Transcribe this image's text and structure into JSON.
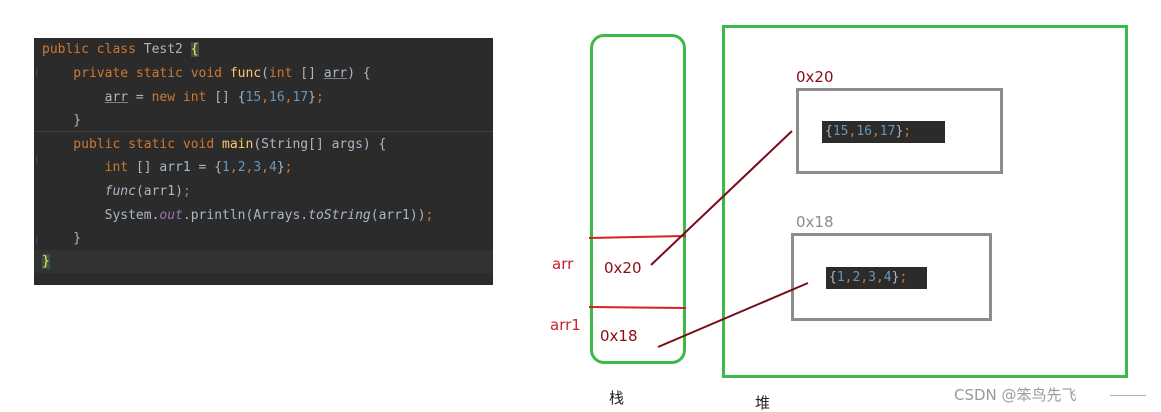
{
  "code": {
    "lines": [
      [
        {
          "t": "public class ",
          "c": "kw"
        },
        {
          "t": "Test2 ",
          "c": "plain"
        },
        {
          "t": "{",
          "c": "brace"
        }
      ],
      [
        {
          "t": "    private static void ",
          "c": "kw"
        },
        {
          "t": "func",
          "c": "fn"
        },
        {
          "t": "(",
          "c": "plain"
        },
        {
          "t": "int ",
          "c": "kw"
        },
        {
          "t": "[] ",
          "c": "plain"
        },
        {
          "t": "arr",
          "c": "param"
        },
        {
          "t": ") {",
          "c": "plain"
        }
      ],
      [
        {
          "t": "        ",
          "c": "plain"
        },
        {
          "t": "arr",
          "c": "param"
        },
        {
          "t": " = ",
          "c": "plain"
        },
        {
          "t": "new int ",
          "c": "kw"
        },
        {
          "t": "[] {",
          "c": "plain"
        },
        {
          "t": "15",
          "c": "num"
        },
        {
          "t": ",",
          "c": "kw"
        },
        {
          "t": "16",
          "c": "num"
        },
        {
          "t": ",",
          "c": "kw"
        },
        {
          "t": "17",
          "c": "num"
        },
        {
          "t": "}",
          "c": "plain"
        },
        {
          "t": ";",
          "c": "kw"
        }
      ],
      [
        {
          "t": "    }",
          "c": "plain"
        }
      ],
      [
        {
          "t": "    public static void ",
          "c": "kw"
        },
        {
          "t": "main",
          "c": "fn"
        },
        {
          "t": "(String[] args) {",
          "c": "plain"
        }
      ],
      [
        {
          "t": "        ",
          "c": "plain"
        },
        {
          "t": "int ",
          "c": "kw"
        },
        {
          "t": "[] arr1 = {",
          "c": "plain"
        },
        {
          "t": "1",
          "c": "num"
        },
        {
          "t": ",",
          "c": "kw"
        },
        {
          "t": "2",
          "c": "num"
        },
        {
          "t": ",",
          "c": "kw"
        },
        {
          "t": "3",
          "c": "num"
        },
        {
          "t": ",",
          "c": "kw"
        },
        {
          "t": "4",
          "c": "num"
        },
        {
          "t": "}",
          "c": "plain"
        },
        {
          "t": ";",
          "c": "kw"
        }
      ],
      [
        {
          "t": "        ",
          "c": "plain"
        },
        {
          "t": "func",
          "c": "it"
        },
        {
          "t": "(arr1)",
          "c": "plain"
        },
        {
          "t": ";",
          "c": "kw"
        }
      ],
      [
        {
          "t": "        System.",
          "c": "plain"
        },
        {
          "t": "out",
          "c": "field"
        },
        {
          "t": ".println(Arrays.",
          "c": "plain"
        },
        {
          "t": "toString",
          "c": "it"
        },
        {
          "t": "(arr1))",
          "c": "plain"
        },
        {
          "t": ";",
          "c": "kw"
        }
      ],
      [
        {
          "t": "    }",
          "c": "plain"
        }
      ],
      [
        {
          "t": "}",
          "c": "brace"
        }
      ]
    ]
  },
  "diagram": {
    "stack_label": "栈",
    "heap_label": "堆",
    "stack": {
      "arr_label": "arr",
      "arr_value": "0x20",
      "arr1_label": "arr1",
      "arr1_value": "0x18"
    },
    "heap": {
      "obj1_address": "0x20",
      "obj1_literal": [
        {
          "t": "{",
          "c": "plain"
        },
        {
          "t": "15",
          "c": "num"
        },
        {
          "t": ",",
          "c": "kw"
        },
        {
          "t": "16",
          "c": "num"
        },
        {
          "t": ",",
          "c": "kw"
        },
        {
          "t": "17",
          "c": "num"
        },
        {
          "t": "}",
          "c": "plain"
        },
        {
          "t": ";",
          "c": "kw"
        }
      ],
      "obj2_address": "0x18",
      "obj2_literal": [
        {
          "t": "{",
          "c": "plain"
        },
        {
          "t": "1",
          "c": "num"
        },
        {
          "t": ",",
          "c": "kw"
        },
        {
          "t": "2",
          "c": "num"
        },
        {
          "t": ",",
          "c": "kw"
        },
        {
          "t": "3",
          "c": "num"
        },
        {
          "t": ",",
          "c": "kw"
        },
        {
          "t": "4",
          "c": "num"
        },
        {
          "t": "}",
          "c": "plain"
        },
        {
          "t": ";",
          "c": "kw"
        }
      ]
    }
  },
  "watermark": "CSDN @笨鸟先飞",
  "colors": {
    "stack_border": "#3db94a",
    "heap_border": "#3db94a",
    "object_border": "#8c8c8c",
    "divider": "#d91f26",
    "pointer": "#7a0c17",
    "label_red": "#c8232c",
    "label_dark_red": "#8b0a14"
  }
}
